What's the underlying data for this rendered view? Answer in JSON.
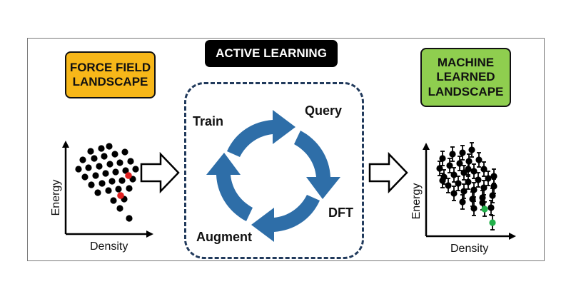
{
  "badges": {
    "force_field": "FORCE FIELD\nLANDSCAPE",
    "active_learning": "ACTIVE LEARNING",
    "machine_learned": "MACHINE\nLEARNED\nLANDSCAPE"
  },
  "cycle_steps": {
    "train": "Train",
    "query": "Query",
    "dft": "DFT",
    "augment": "Augment"
  },
  "left_plot": {
    "x_label": "Density",
    "y_label": "Energy"
  },
  "right_plot": {
    "x_label": "Density",
    "y_label": "Energy"
  },
  "colors": {
    "force_field_badge": "#f7b719",
    "machine_learned_badge": "#8fce4f",
    "cycle_arrows": "#2e6ea8",
    "highlight_left": "#e02020",
    "highlight_right": "#22b04a"
  }
}
